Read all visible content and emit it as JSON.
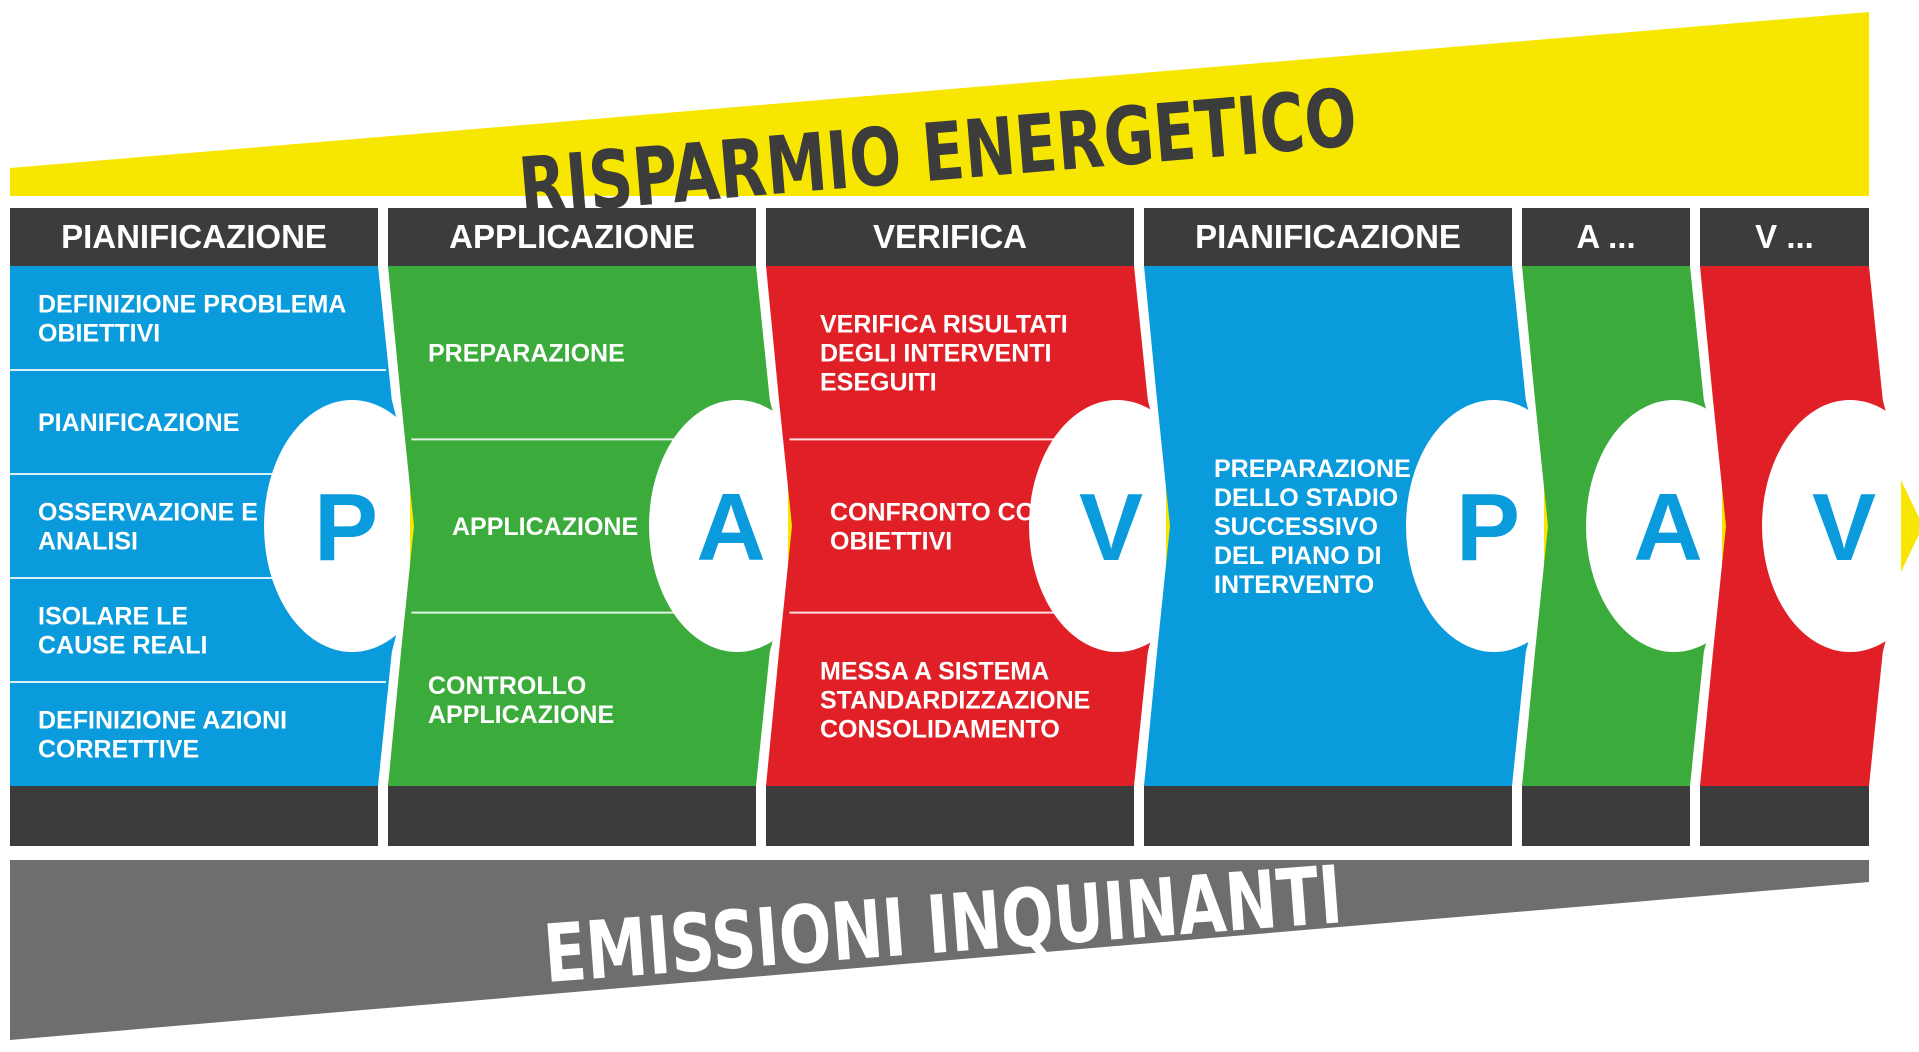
{
  "colors": {
    "yellow": "#f7e600",
    "blue": "#0a9bdc",
    "green": "#3bab3c",
    "red": "#e01f26",
    "dark": "#3c3c3c",
    "gray": "#6e6e6e",
    "arrow": "#f7e600",
    "letter": "#0a9bdc"
  },
  "top_banner": {
    "title": "RISPARMIO ENERGETICO"
  },
  "bottom_banner": {
    "title": "EMISSIONI INQUINANTI"
  },
  "columns": [
    {
      "header": "PIANIFICAZIONE",
      "color": "blue",
      "letter": "P",
      "items": [
        [
          "DEFINIZIONE PROBLEMA",
          "OBIETTIVI"
        ],
        [
          "PIANIFICAZIONE"
        ],
        [
          "OSSERVAZIONE E",
          "ANALISI"
        ],
        [
          "ISOLARE LE",
          "CAUSE REALI"
        ],
        [
          "DEFINIZIONE AZIONI",
          "CORRETTIVE"
        ]
      ]
    },
    {
      "header": "APPLICAZIONE",
      "color": "green",
      "letter": "A",
      "items": [
        [
          "PREPARAZIONE"
        ],
        [
          "APPLICAZIONE"
        ],
        [
          "CONTROLLO",
          "APPLICAZIONE"
        ]
      ]
    },
    {
      "header": "VERIFICA",
      "color": "red",
      "letter": "V",
      "items": [
        [
          "VERIFICA RISULTATI",
          "DEGLI INTERVENTI",
          "ESEGUITI"
        ],
        [
          "CONFRONTO CON",
          "OBIETTIVI"
        ],
        [
          "MESSA A SISTEMA",
          "STANDARDIZZAZIONE",
          "CONSOLIDAMENTO"
        ]
      ]
    },
    {
      "header": "PIANIFICAZIONE",
      "color": "blue",
      "letter": "P",
      "items": [
        [
          "PREPARAZIONE",
          "DELLO STADIO",
          "SUCCESSIVO",
          "DEL PIANO DI",
          "INTERVENTO"
        ]
      ]
    },
    {
      "header": "A ...",
      "color": "green",
      "letter": "A",
      "items": []
    },
    {
      "header": "V ...",
      "color": "red",
      "letter": "V",
      "items": []
    }
  ]
}
